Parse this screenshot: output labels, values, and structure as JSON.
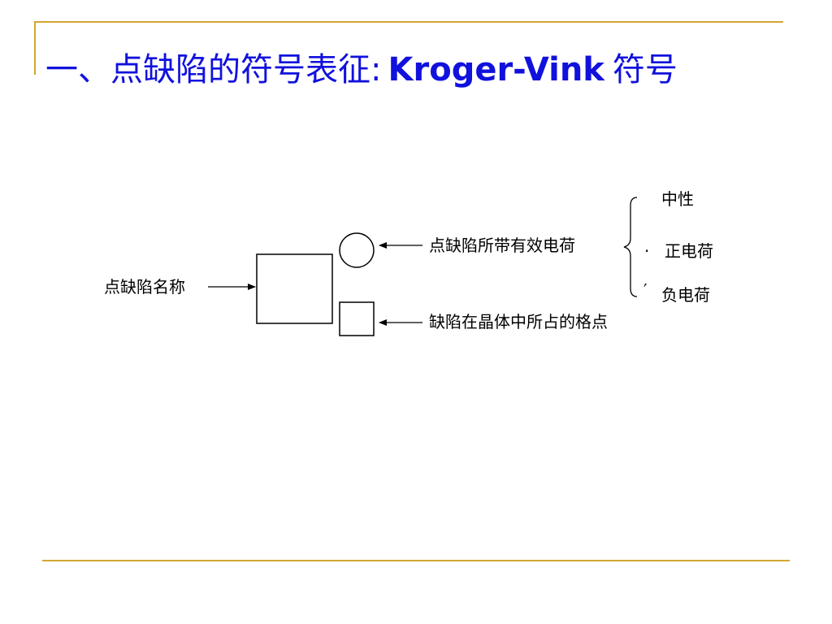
{
  "title": {
    "prefix": "一、点缺陷的符号表征:",
    "latin": "Kroger-Vink",
    "suffix": "符号"
  },
  "diagram": {
    "defect_name": "点缺陷名称",
    "charge_label": "点缺陷所带有效电荷",
    "site_label": "缺陷在晶体中所占的格点",
    "charge_types": {
      "neutral": "中性",
      "positive_symbol": "·",
      "positive": "正电荷",
      "negative_symbol": "′",
      "negative": "负电荷"
    }
  },
  "colors": {
    "title": "#1111dd",
    "frame": "#d4a633",
    "diagram": "#000000"
  }
}
